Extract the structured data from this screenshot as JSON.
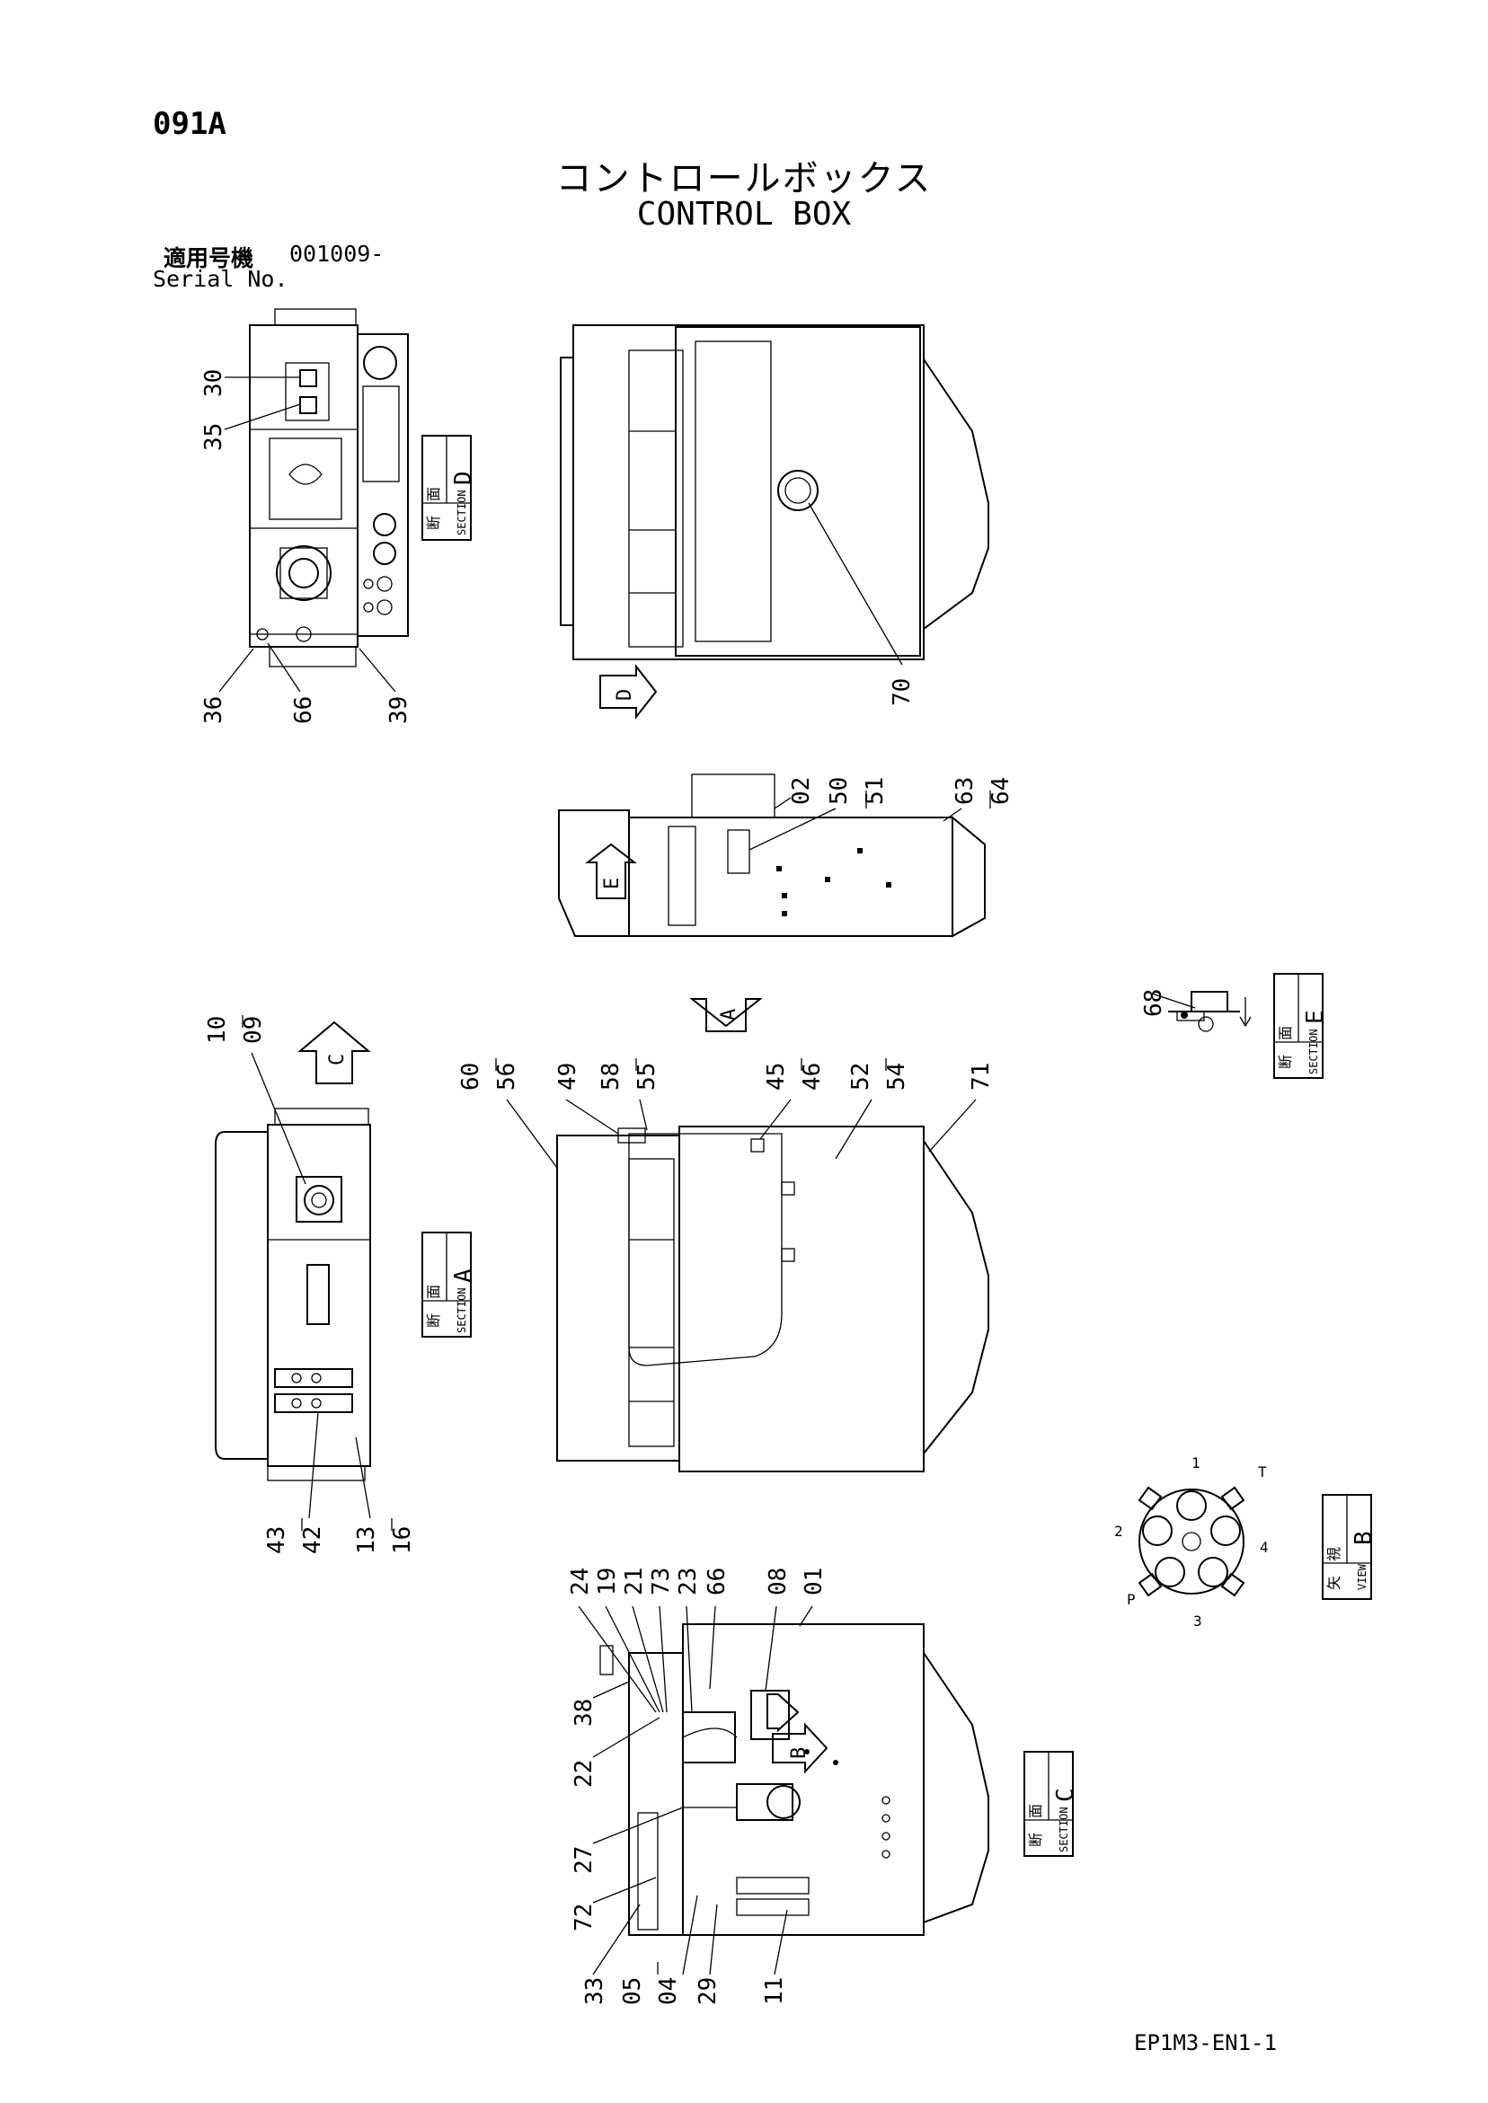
{
  "header": {
    "page_code": "091A",
    "title_jp": "コントロールボックス",
    "title_en": "CONTROL BOX",
    "serial_label_jp": "適用号機",
    "serial_number": "001009-",
    "serial_label_en": "Serial No."
  },
  "footer": {
    "doc_code": "EP1M3-EN1-1"
  },
  "section_boxes": {
    "section_d": {
      "jp": "断　面",
      "en": "SECTION",
      "letter": "D"
    },
    "section_a": {
      "jp": "断　面",
      "en": "SECTION",
      "letter": "A"
    },
    "section_e": {
      "jp": "断　面",
      "en": "SECTION",
      "letter": "E"
    },
    "view_b": {
      "jp": "矢　視",
      "en": "VIEW",
      "letter": "B"
    },
    "section_c": {
      "jp": "断　面",
      "en": "SECTION",
      "letter": "C"
    }
  },
  "view_arrows": {
    "d": "D",
    "e": "E",
    "c": "C",
    "a": "A",
    "b": "B"
  },
  "port_labels": {
    "p1": "1",
    "p2": "2",
    "p3": "3",
    "p4": "4",
    "pp": "P",
    "pt": "T"
  },
  "callouts": {
    "c30": "30",
    "c35": "35",
    "c36": "36",
    "c66a": "66",
    "c39": "39",
    "c70": "70",
    "c02": "02",
    "c50": "50",
    "c51": "51",
    "c63": "63",
    "c64": "64",
    "c68": "68",
    "c10": "10",
    "c09": "09",
    "c43": "43",
    "c42": "42",
    "c13": "13",
    "c16": "16",
    "c60": "60",
    "c56": "56",
    "c49": "49",
    "c58": "58",
    "c55": "55",
    "c45": "45",
    "c46": "46",
    "c52": "52",
    "c54": "54",
    "c71": "71",
    "c24": "24",
    "c19": "19",
    "c21": "21",
    "c73": "73",
    "c23": "23",
    "c66b": "66",
    "c08": "08",
    "c01": "01",
    "c38": "38",
    "c22": "22",
    "c27": "27",
    "c72": "72",
    "c33": "33",
    "c05": "05",
    "c04": "04",
    "c29": "29",
    "c11": "11"
  }
}
